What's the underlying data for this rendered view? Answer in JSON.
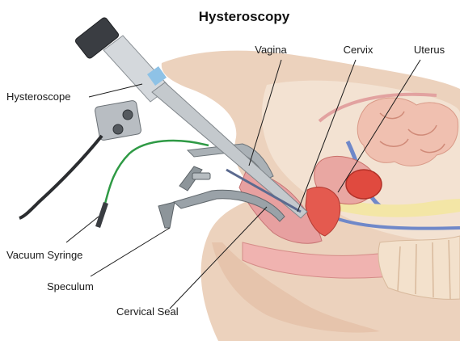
{
  "title": "Hysteroscopy",
  "labels": {
    "vagina": "Vagina",
    "cervix": "Cervix",
    "uterus": "Uterus",
    "hysteroscope": "Hysteroscope",
    "vacuum_syringe": "Vacuum Syringe",
    "speculum": "Speculum",
    "cervical_seal": "Cervical Seal"
  },
  "colors": {
    "skin": "#ecd2bd",
    "tissue_pink": "#e9a7a2",
    "uterus_red": "#e04a3f",
    "fat_yellow": "#f3e6a6",
    "intestine": "#f0c0b0",
    "bone": "#f3e1cc",
    "blue_vessel": "#6f88c9",
    "metal": "#9aa2a8",
    "scope_dark": "#3a3d42",
    "scope_light": "#d4d8dc",
    "tube_green": "#2f9a45"
  }
}
